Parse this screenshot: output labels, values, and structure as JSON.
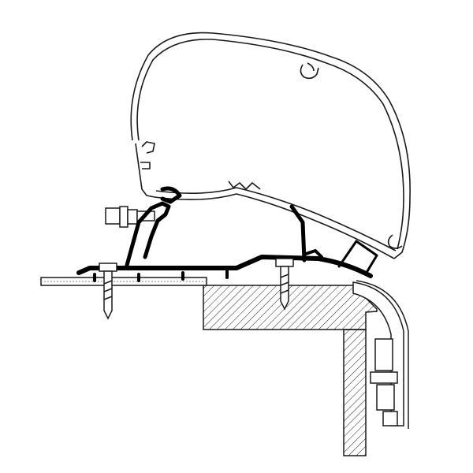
{
  "diagram": {
    "kind": "awning-adapter-cross-section",
    "colors": {
      "background": "#ffffff",
      "line": "#1a1a1a",
      "adapter": "#000000",
      "hatch": "#222222"
    },
    "parts": [
      {
        "id": "awning-case",
        "icon": "awning-case-profile"
      },
      {
        "id": "adapter-rail",
        "icon": "adapter-rail-profile"
      },
      {
        "id": "roof-panel",
        "icon": "roof-panel"
      },
      {
        "id": "roof-block",
        "icon": "hatched-block"
      },
      {
        "id": "wall-panel",
        "icon": "hatched-wall"
      },
      {
        "id": "corner-profile",
        "icon": "corner-profile"
      },
      {
        "id": "fixing-screws",
        "icon": "screw"
      },
      {
        "id": "bolt",
        "icon": "bolt"
      }
    ]
  }
}
